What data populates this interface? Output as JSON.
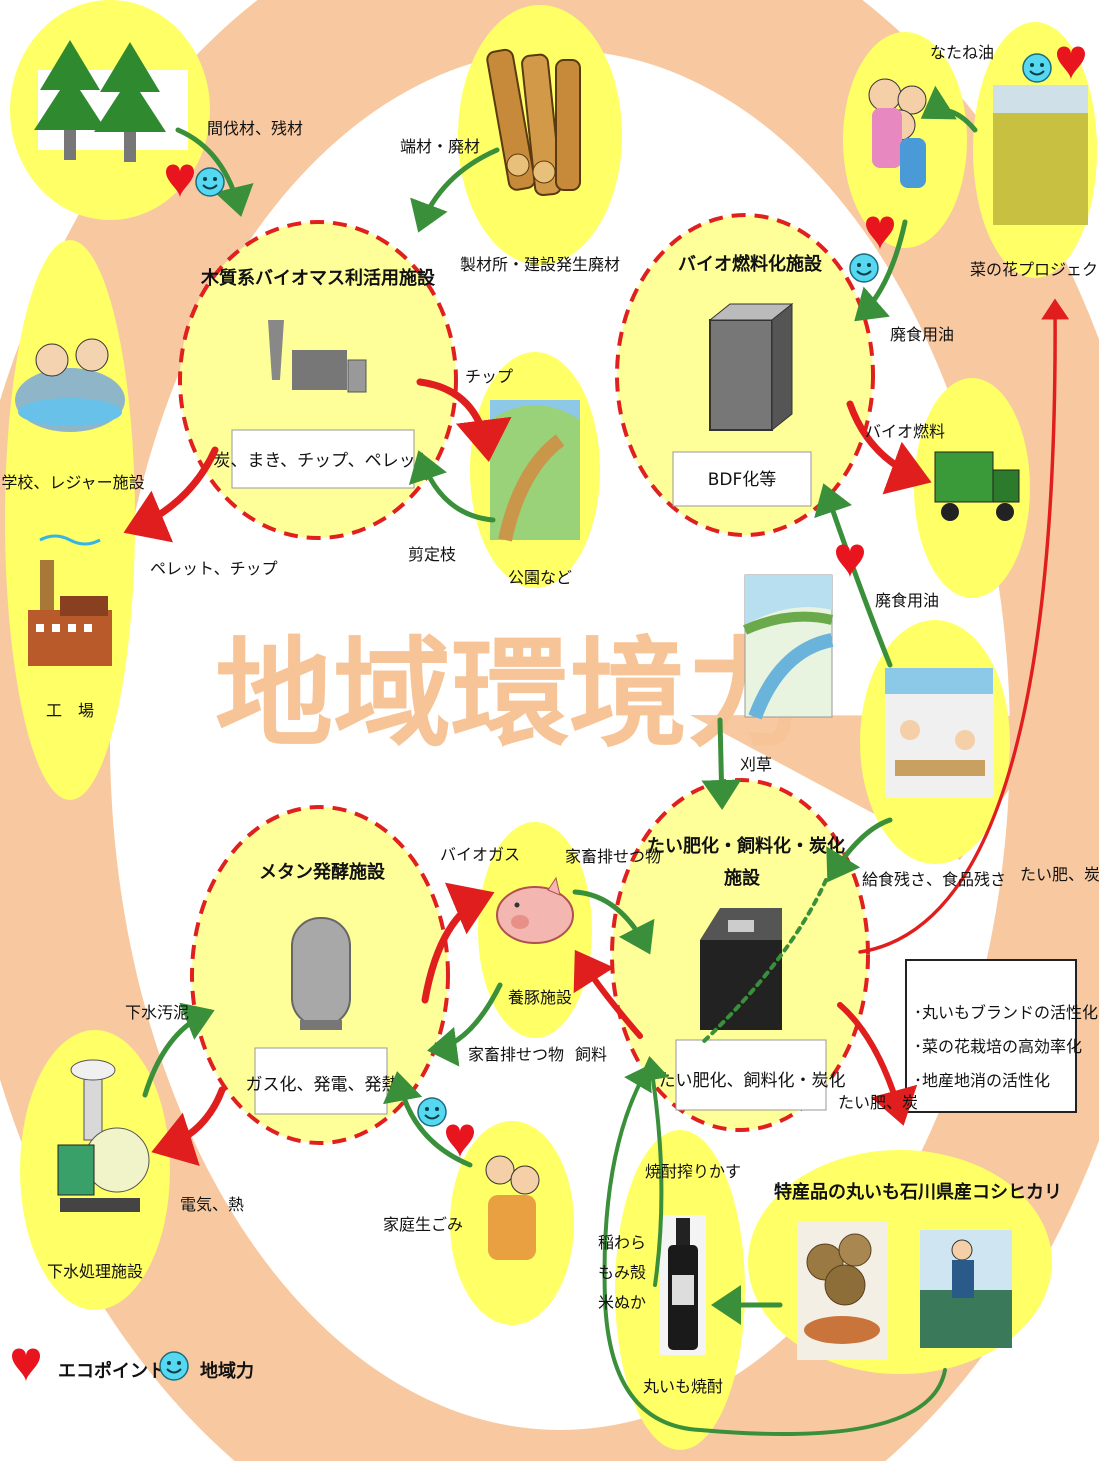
{
  "center_title": "地域環境力",
  "facilities": {
    "wood": {
      "title": "木質系バイオマス利活用施設",
      "output": "炭、まき、チップ、ペレット"
    },
    "biofuel": {
      "title": "バイオ燃料化施設",
      "output": "BDF化等"
    },
    "methane": {
      "title": "メタン発酵施設",
      "output": "ガス化、発電、発熱"
    },
    "compost": {
      "title_line1": "たい肥化・飼料化・炭化",
      "title_line2": "施設",
      "output": "たい肥化、飼料化・炭化"
    }
  },
  "nodes": {
    "sawmill": "製材所・建設発生廃材",
    "park": "公園など",
    "school": "学校、レジャー施設",
    "factory": "工　場",
    "nanohana": "菜の花プロジェクト",
    "pig": "養豚施設",
    "home": "家庭生ごみ",
    "sewage": "下水処理施設",
    "specialty": "特産品の丸いも石川県産コシヒカリ",
    "shochu": "丸いも焼酎"
  },
  "flows": {
    "thinning": "間伐材、残材",
    "scrap": "端材・廃材",
    "chip": "チップ",
    "pruning": "剪定枝",
    "pellet_chip": "ペレット、チップ",
    "rapeseed_oil": "なたね油",
    "waste_oil1": "廃食用油",
    "biofuel": "バイオ燃料",
    "waste_oil2": "廃食用油",
    "mowing": "刈草",
    "lunch_waste": "給食残さ、食品残さ",
    "compost_charcoal1": "たい肥、炭",
    "compost_charcoal2": "たい肥、炭",
    "biogas": "バイオガス",
    "manure1": "家畜排せつ物",
    "manure2": "家畜排せつ物",
    "feed": "飼料",
    "sludge": "下水汚泥",
    "power_heat": "電気、熱",
    "shochu_lees": "焼酎搾りかす",
    "straw1": "稲わら",
    "straw2": "もみ殻",
    "straw3": "米ぬか"
  },
  "notes": [
    "･丸いもブランドの活性化",
    "･菜の花栽培の高効率化",
    "･地産地消の活性化"
  ],
  "legend": {
    "eco_point": "エコポイント",
    "local_power": "地域力"
  },
  "colors": {
    "ring": "#f8c9a0",
    "yellow": "#ffff66",
    "facility_fill": "#ffff99",
    "dash": "#e0201e",
    "red_arrow": "#e01e1e",
    "green_arrow": "#3a8f3a",
    "heart": "#e8141e",
    "smiley": "#55d8f0"
  }
}
